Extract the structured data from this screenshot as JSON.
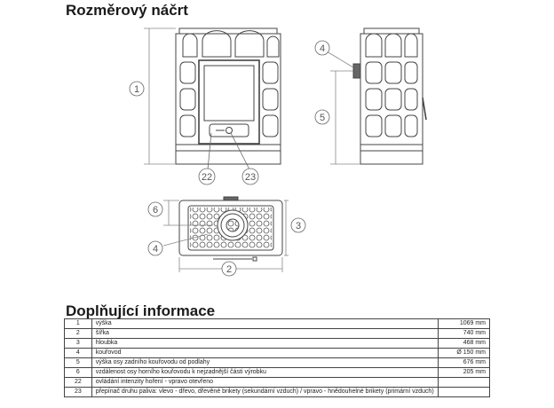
{
  "titles": {
    "sketch": "Rozměrový náčrt",
    "info": "Doplňující informace"
  },
  "callouts": {
    "front_height": "1",
    "top_width": "2",
    "top_depth": "3",
    "side_flue": "4",
    "side_height": "5",
    "top_offset": "6",
    "top_flue": "4",
    "front_air": "22",
    "front_fuel": "23"
  },
  "rows": [
    {
      "num": "1",
      "label": "výška",
      "value": "1069 mm"
    },
    {
      "num": "2",
      "label": "šířka",
      "value": "740 mm"
    },
    {
      "num": "3",
      "label": "hloubka",
      "value": "468 mm"
    },
    {
      "num": "4",
      "label": "kouřovod",
      "value": "Ø 150 mm"
    },
    {
      "num": "5",
      "label": "výška osy zadního kouřovodu od podlahy",
      "value": "676 mm"
    },
    {
      "num": "6",
      "label": "vzdálenost osy horního kouřovodu k nejzadnější části výrobku",
      "value": "205 mm"
    },
    {
      "num": "22",
      "label": "ovládání intenzity hoření - vpravo otevřeno",
      "value": ""
    },
    {
      "num": "23",
      "label": "přepínač druhu paliva: vlevo - dřevo, dřevěné brikety (sekundární vzduch) / vpravo - hnědouhelné brikety (primární vzduch)",
      "value": ""
    }
  ]
}
